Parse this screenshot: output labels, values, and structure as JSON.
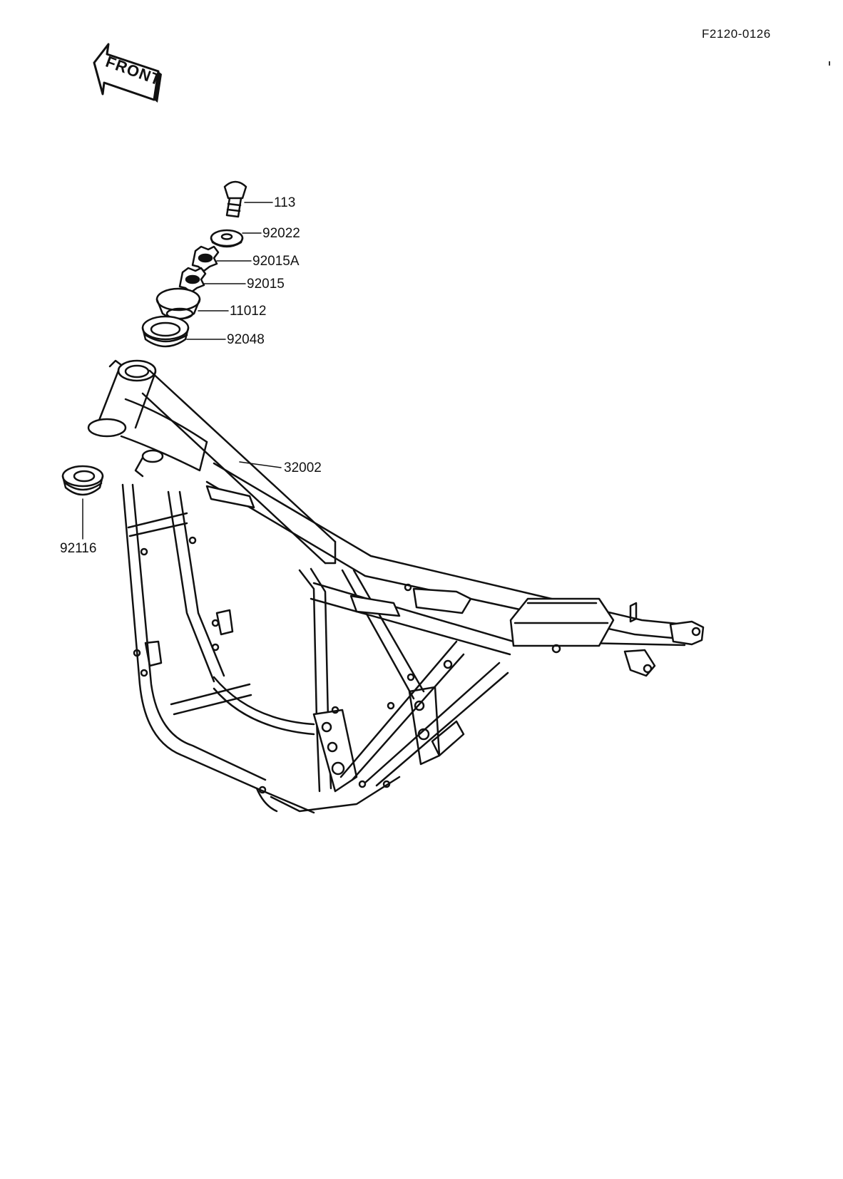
{
  "diagram": {
    "code": "F2120-0126",
    "front_arrow_text": "FRONT",
    "parts": [
      {
        "id": "p113",
        "label": "113"
      },
      {
        "id": "p92022",
        "label": "92022"
      },
      {
        "id": "p92015A",
        "label": "92015A"
      },
      {
        "id": "p92015",
        "label": "92015"
      },
      {
        "id": "p11012",
        "label": "11012"
      },
      {
        "id": "p92048",
        "label": "92048"
      },
      {
        "id": "p32002",
        "label": "32002"
      },
      {
        "id": "p92116",
        "label": "92116"
      }
    ]
  }
}
